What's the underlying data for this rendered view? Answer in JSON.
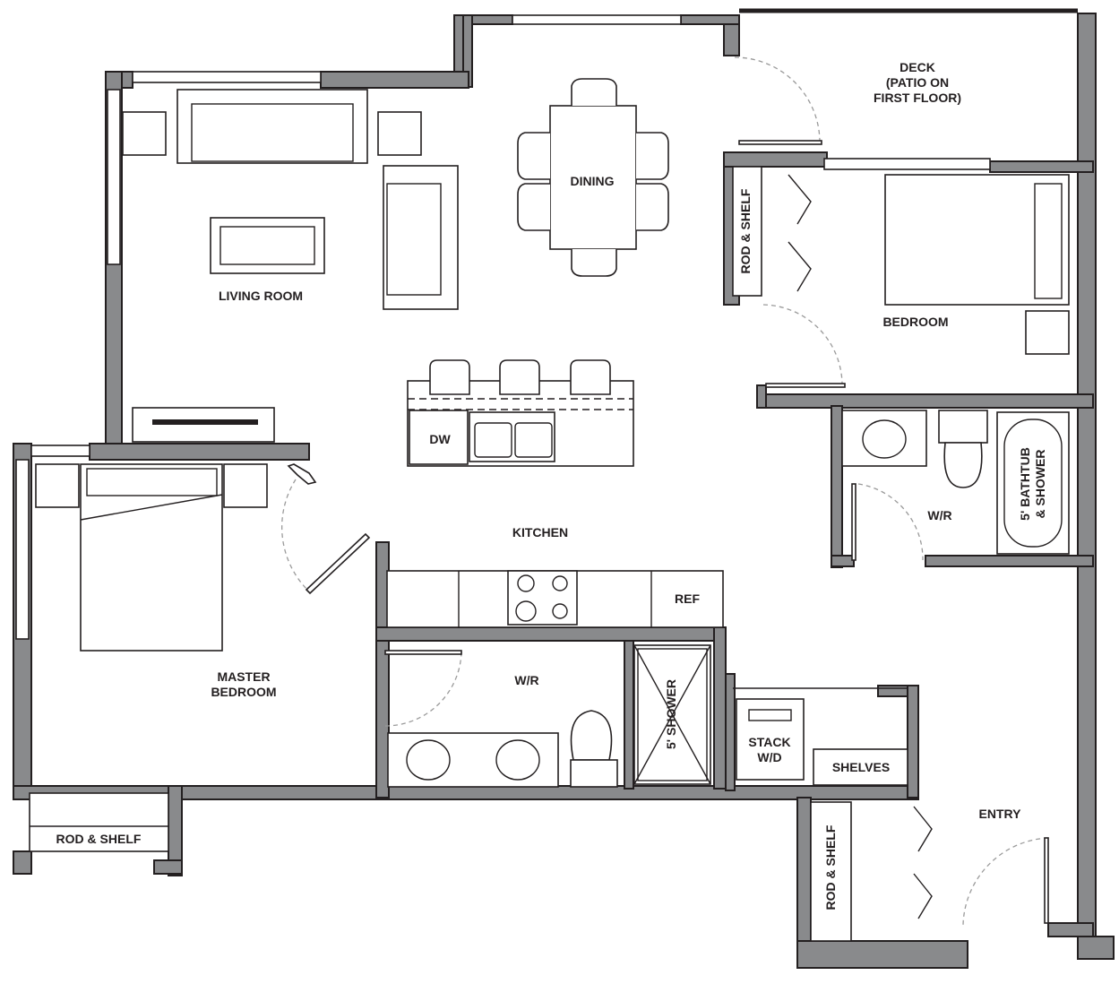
{
  "rooms": {
    "deck": [
      "DECK",
      "(PATIO ON",
      "FIRST FLOOR)"
    ],
    "dining": "DINING",
    "living_room": "LIVING ROOM",
    "bedroom": "BEDROOM",
    "kitchen": "KITCHEN",
    "master_bedroom": [
      "MASTER",
      "BEDROOM"
    ],
    "wr_master": "W/R",
    "wr_bedroom": "W/R",
    "entry": "ENTRY"
  },
  "fixtures": {
    "dw": "DW",
    "ref": "REF",
    "stack_wd": [
      "STACK",
      "W/D"
    ],
    "shelves": "SHELVES",
    "shower": "5' SHOWER",
    "bathtub": [
      "5' BATHTUB",
      "& SHOWER"
    ],
    "rod_shelf_bedroom": "ROD & SHELF",
    "rod_shelf_master": "ROD & SHELF",
    "rod_shelf_entry": "ROD & SHELF"
  }
}
